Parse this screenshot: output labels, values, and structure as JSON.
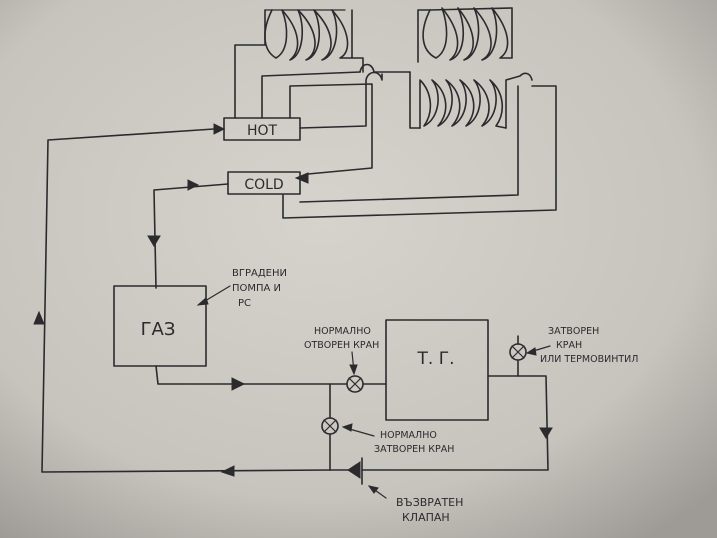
{
  "labels": {
    "hot": "HOT",
    "cold": "COLD",
    "boiler": "ГАЗ",
    "tank": "Т. Г.",
    "boiler_note": [
      "ВГРАДЕНИ",
      "ПОМПА И",
      "РС"
    ],
    "valve_open": [
      "НОРМАЛНО",
      "ОТВОРЕН КРАН"
    ],
    "valve_closed": [
      "НОРМАЛНО",
      "ЗАТВОРЕН КРАН"
    ],
    "valve_thermo": [
      "ЗАТВОРЕН",
      "КРАН",
      "ИЛИ ТЕРМОВИНТИЛ"
    ],
    "check_valve": [
      "ВЪЗВРАТЕН",
      "КЛАПАН"
    ]
  },
  "colors": {
    "paper": "#c9c6c0",
    "ink": "#2b2b2e"
  },
  "icons": [
    "valve-open-icon",
    "valve-closed-icon",
    "valve-thermo-icon",
    "check-valve-icon",
    "flow-arrow-icon",
    "coil-icon"
  ]
}
